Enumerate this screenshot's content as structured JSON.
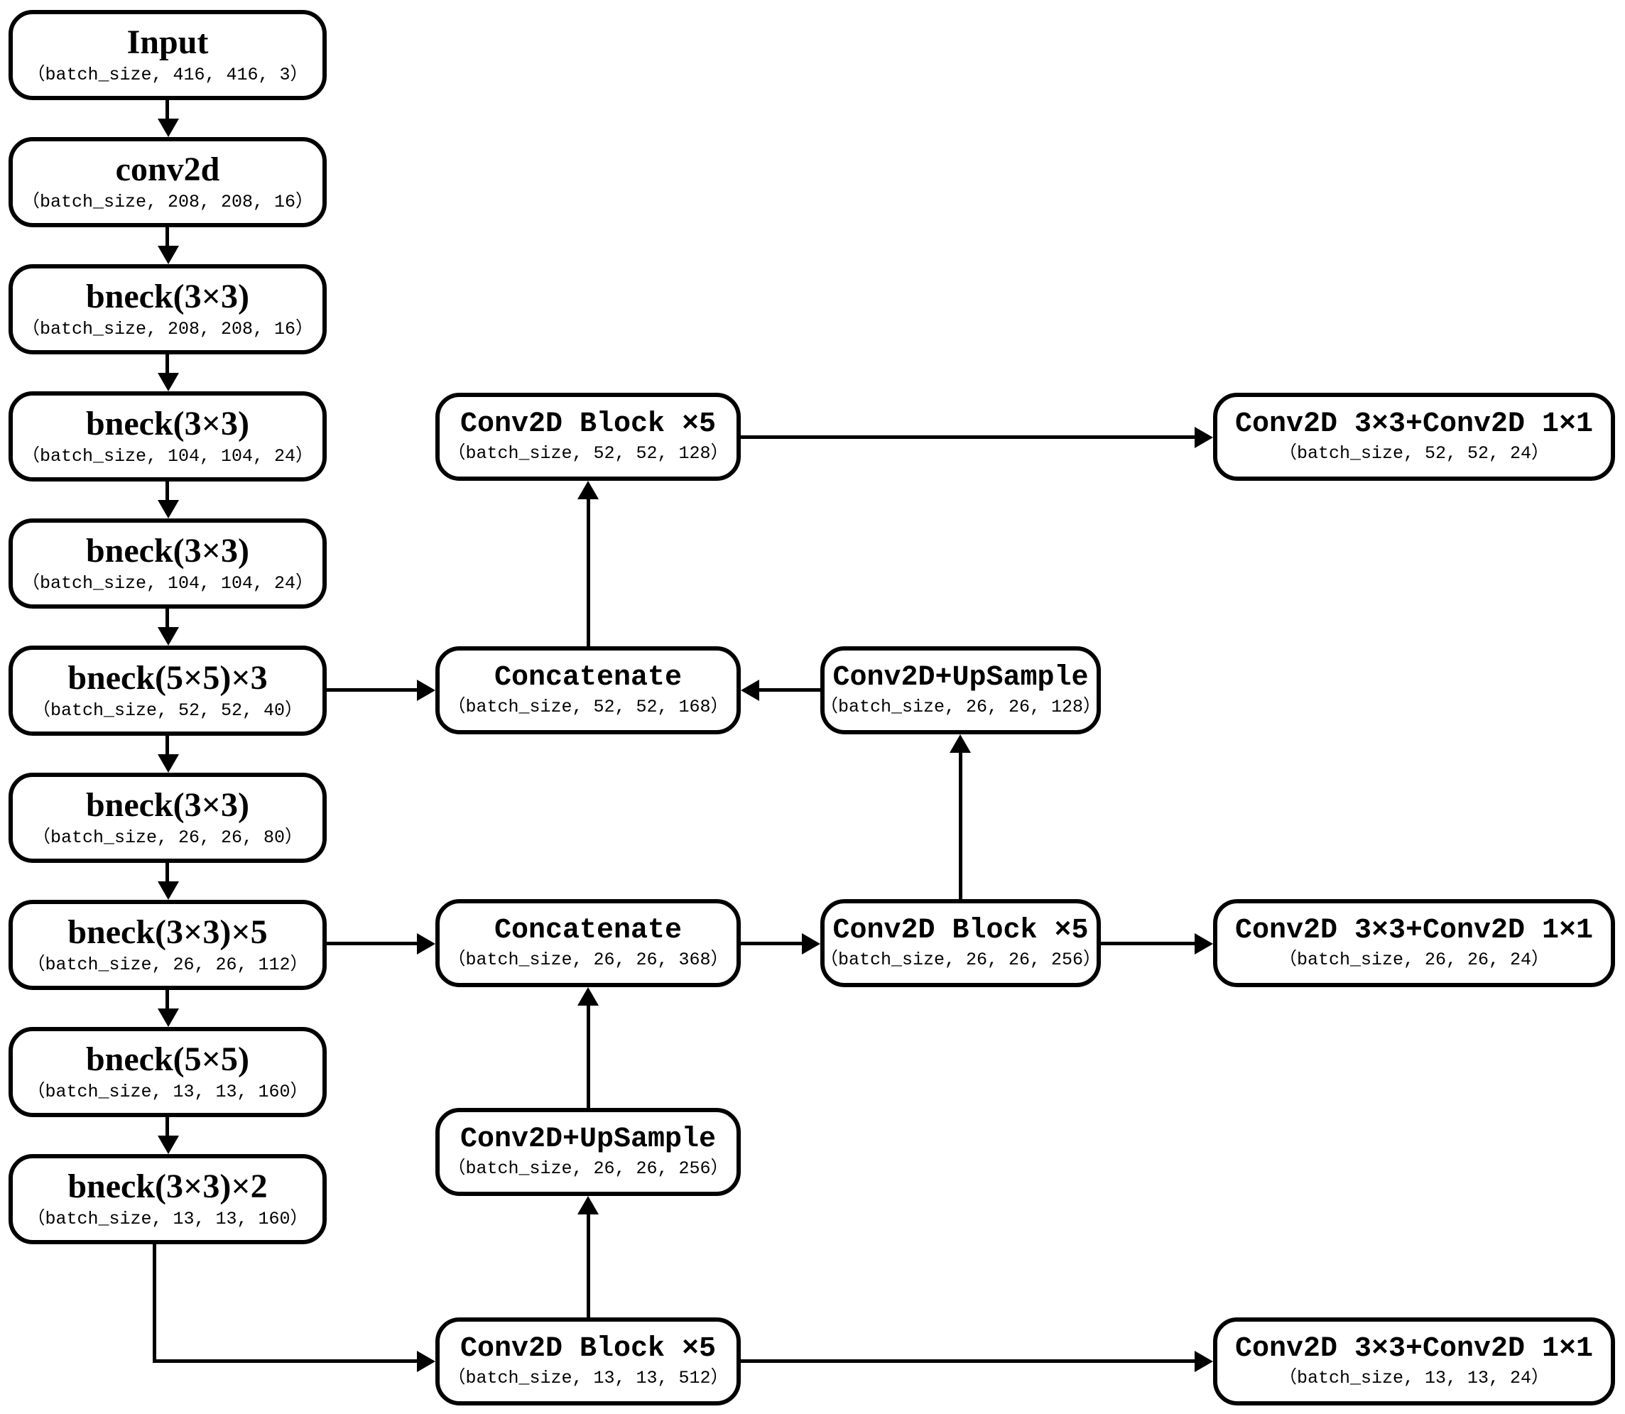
{
  "nodes": {
    "input": {
      "title": "Input",
      "shape": "（batch_size, 416, 416, 3）"
    },
    "conv2d": {
      "title": "conv2d",
      "shape": "（batch_size, 208, 208, 16）"
    },
    "bneck1": {
      "title": "bneck(3×3)",
      "shape": "（batch_size, 208, 208, 16）"
    },
    "bneck2": {
      "title": "bneck(3×3)",
      "shape": "（batch_size, 104, 104, 24）"
    },
    "bneck3": {
      "title": "bneck(3×3)",
      "shape": "（batch_size, 104, 104, 24）"
    },
    "bneck4": {
      "title": "bneck(5×5)×3",
      "shape": "（batch_size, 52, 52, 40）"
    },
    "bneck5": {
      "title": "bneck(3×3)",
      "shape": "（batch_size, 26, 26, 80）"
    },
    "bneck6": {
      "title": "bneck(3×3)×5",
      "shape": "（batch_size, 26, 26, 112）"
    },
    "bneck7": {
      "title": "bneck(5×5)",
      "shape": "（batch_size, 13, 13, 160）"
    },
    "bneck8": {
      "title": "bneck(3×3)×2",
      "shape": "（batch_size, 13, 13, 160）"
    },
    "cb52": {
      "title": "Conv2D Block ×5",
      "shape": "（batch_size, 52, 52, 128）"
    },
    "cat52": {
      "title": "Concatenate",
      "shape": "（batch_size, 52, 52, 168）"
    },
    "cat26": {
      "title": "Concatenate",
      "shape": "（batch_size, 26, 26, 368）"
    },
    "ups26": {
      "title": "Conv2D+UpSample",
      "shape": "（batch_size, 26, 26, 256）"
    },
    "cb13": {
      "title": "Conv2D Block ×5",
      "shape": "（batch_size, 13, 13, 512）"
    },
    "ups52": {
      "title": "Conv2D+UpSample",
      "shape": "（batch_size, 26, 26, 128）"
    },
    "cb26": {
      "title": "Conv2D Block ×5",
      "shape": "（batch_size, 26, 26, 256）"
    },
    "head52": {
      "title": "Conv2D 3×3+Conv2D 1×1",
      "shape": "（batch_size, 52, 52, 24）"
    },
    "head26": {
      "title": "Conv2D 3×3+Conv2D 1×1",
      "shape": "（batch_size, 26, 26, 24）"
    },
    "head13": {
      "title": "Conv2D 3×3+Conv2D 1×1",
      "shape": "（batch_size, 13, 13, 24）"
    }
  },
  "colors": {
    "line": "#000000",
    "background": "#ffffff"
  }
}
